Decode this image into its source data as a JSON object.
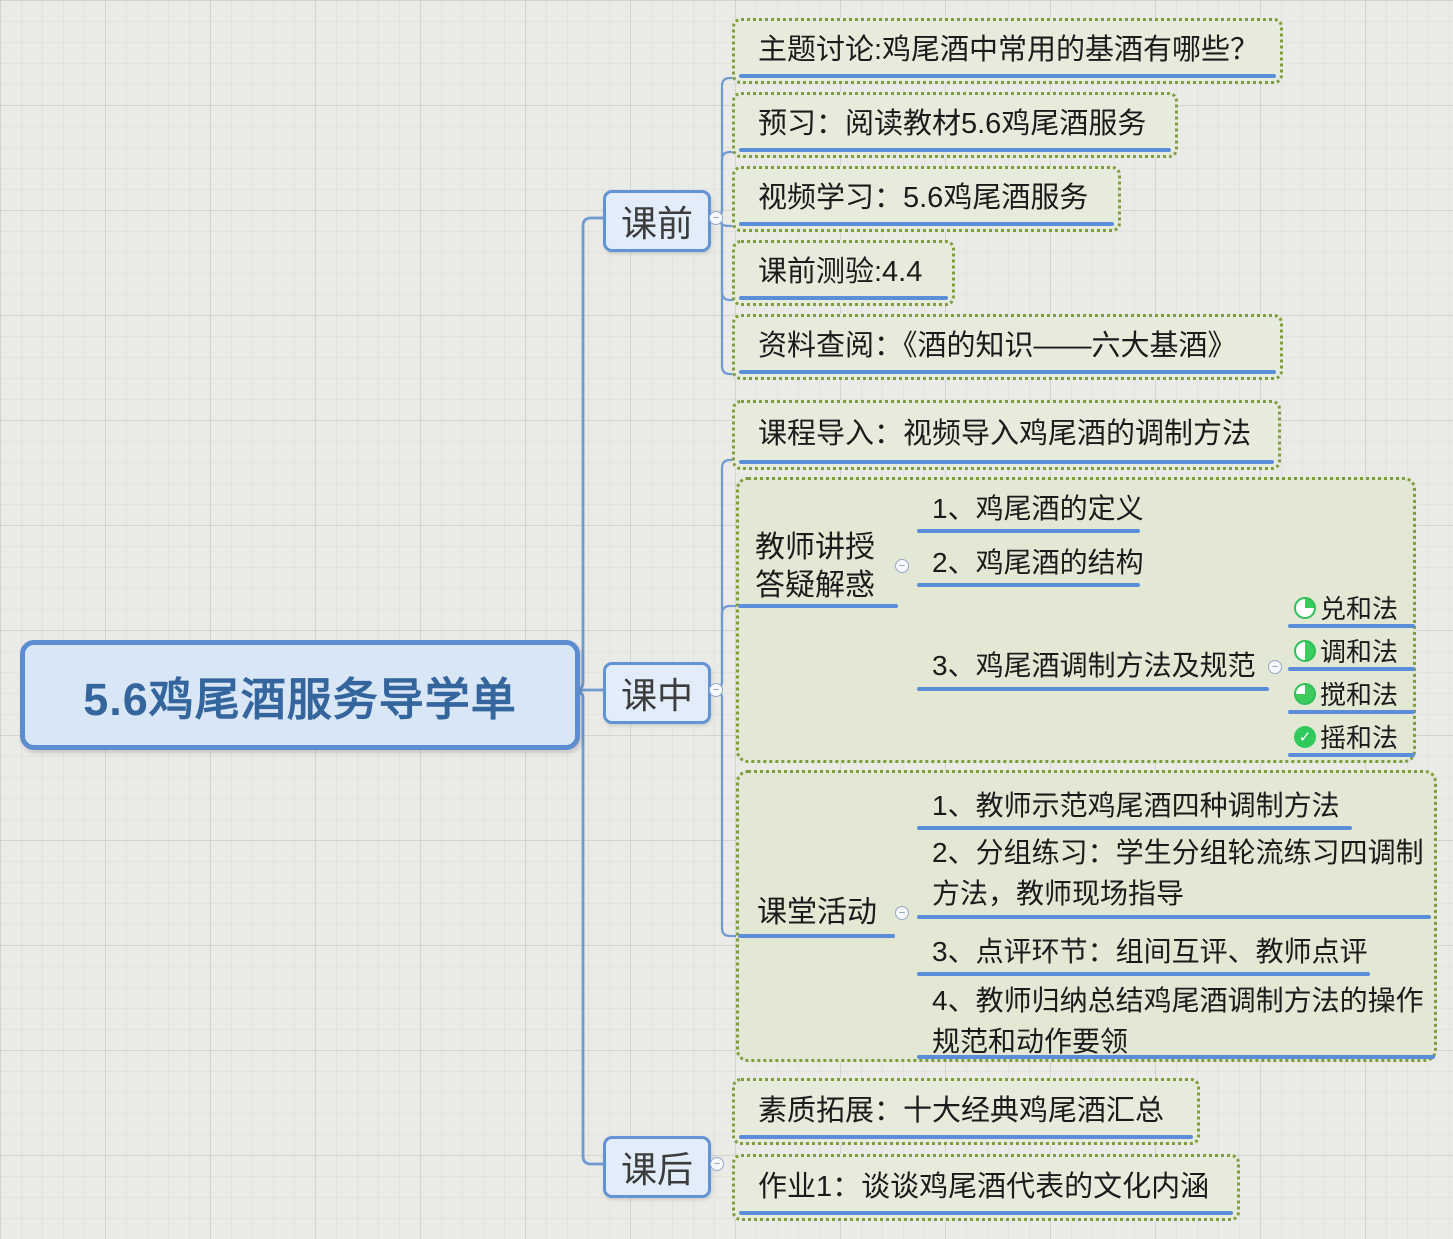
{
  "root": {
    "title": "5.6鸡尾酒服务导学单"
  },
  "ui": {
    "collapse_glyph": "−",
    "check_glyph": "✓"
  },
  "colors": {
    "accent_blue": "#5b8ed8",
    "node_border_blue": "#6293d5",
    "leaf_border_olive": "#7f9d40",
    "progress_green": "#3ecb5e"
  },
  "branches": {
    "pre": {
      "label": "课前",
      "items": [
        {
          "label": "主题讨论:鸡尾酒中常用的基酒有哪些？"
        },
        {
          "label": "预习：阅读教材5.6鸡尾酒服务"
        },
        {
          "label": "视频学习：5.6鸡尾酒服务"
        },
        {
          "label": "课前测验:4.4"
        },
        {
          "label": "资料查阅：《酒的知识——六大基酒》"
        }
      ]
    },
    "mid": {
      "label": "课中",
      "intro": {
        "label": "课程导入：视频导入鸡尾酒的调制方法"
      },
      "teach": {
        "label": "教师讲授\n答疑解惑",
        "points": [
          {
            "label": "1、鸡尾酒的定义"
          },
          {
            "label": "2、鸡尾酒的结构"
          },
          {
            "label": "3、鸡尾酒调制方法及规范"
          }
        ],
        "methods": [
          {
            "label": "兑和法",
            "progress": "25"
          },
          {
            "label": "调和法",
            "progress": "50"
          },
          {
            "label": "搅和法",
            "progress": "75"
          },
          {
            "label": "摇和法",
            "progress": "100"
          }
        ]
      },
      "activity": {
        "label": "课堂活动",
        "points": [
          {
            "label": "1、教师示范鸡尾酒四种调制方法"
          },
          {
            "label": "2、分组练习：学生分组轮流练习四调制\n方法，教师现场指导"
          },
          {
            "label": "3、点评环节：组间互评、教师点评"
          },
          {
            "label": "4、教师归纳总结鸡尾酒调制方法的操作\n规范和动作要领"
          }
        ]
      }
    },
    "post": {
      "label": "课后",
      "items": [
        {
          "label": "素质拓展：十大经典鸡尾酒汇总"
        },
        {
          "label": "作业1：谈谈鸡尾酒代表的文化内涵"
        }
      ]
    }
  }
}
